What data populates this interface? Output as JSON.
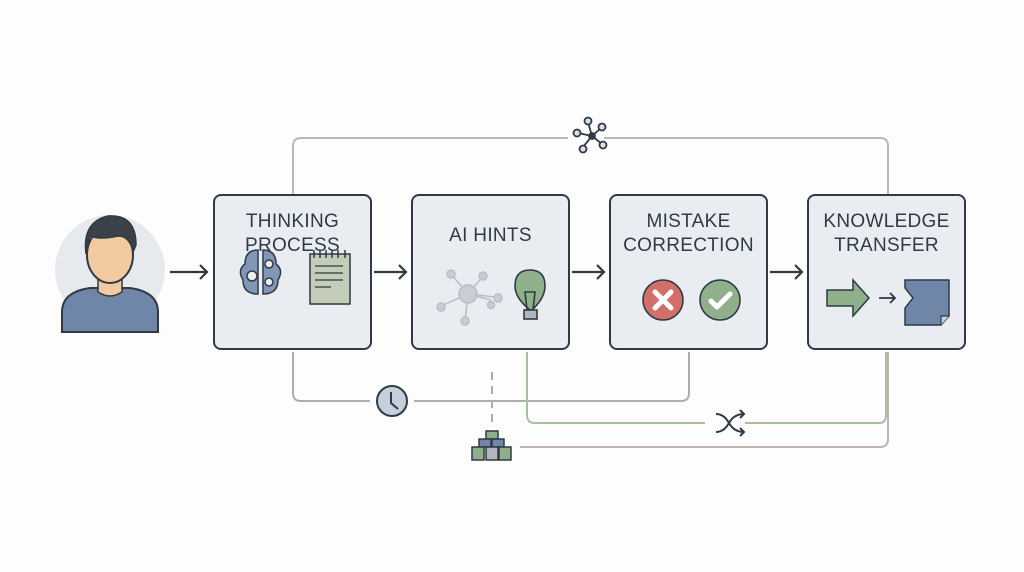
{
  "stages": [
    {
      "title": "THINKING\nPROCESS"
    },
    {
      "title": "AI HINTS"
    },
    {
      "title": "MISTAKE\nCORRECTION"
    },
    {
      "title": "KNOWLEDGE\nTRANSFER"
    }
  ],
  "colors": {
    "box_border": "#2f3a45",
    "box_fill": "#e9edf2",
    "gray_line": "#a9b0b5",
    "green_line": "#a9c0a0",
    "pink_line": "#bfb0b0",
    "accent_blue": "#6f86a8",
    "accent_green": "#8fb08a",
    "accent_red": "#d26f6a"
  }
}
